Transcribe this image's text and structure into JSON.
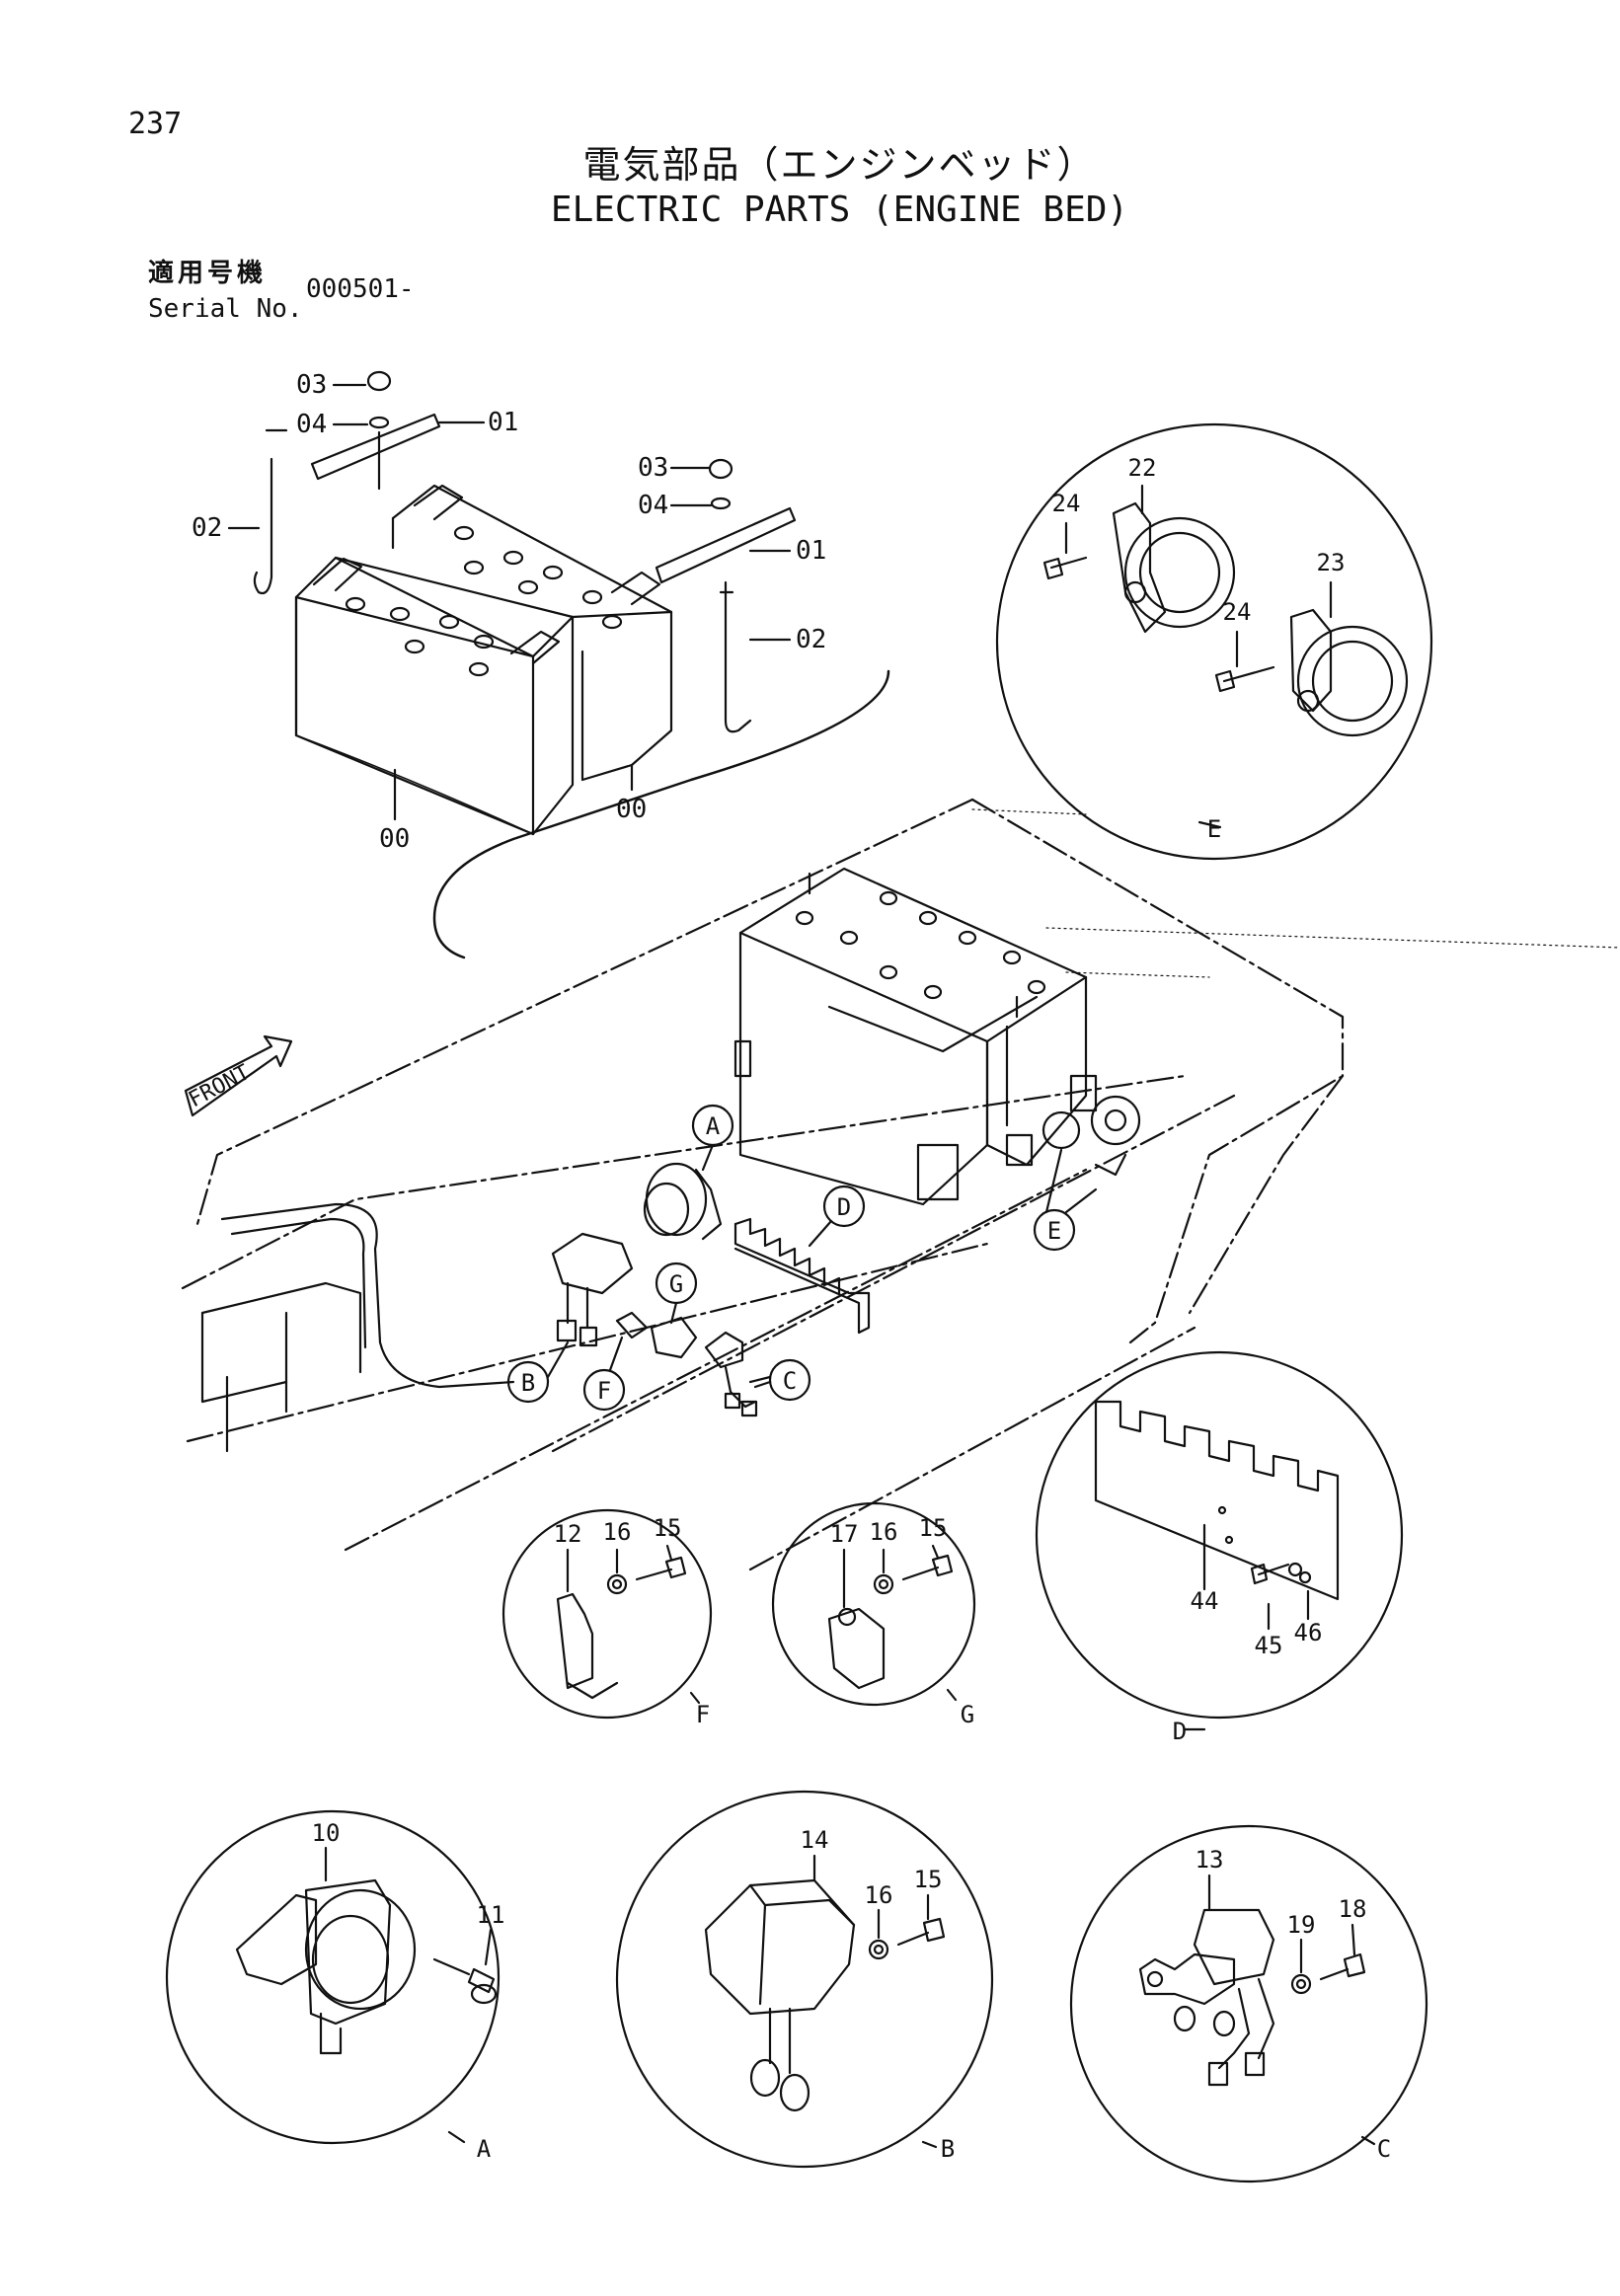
{
  "page": {
    "number": "237",
    "title_jp": "電気部品（エンジンベッド）",
    "title_en": "ELECTRIC PARTS (ENGINE BED)",
    "serial_label_jp": "適用号機",
    "serial_label_en": "Serial No.",
    "serial_value": "000501-"
  },
  "battery_callouts": {
    "left_03": "03",
    "left_04": "04",
    "left_01": "01",
    "left_02": "02",
    "right_03": "03",
    "right_04": "04",
    "right_01": "01",
    "right_02": "02",
    "battery_a": "00",
    "battery_b": "00"
  },
  "assembly": {
    "front_label": "FRONT",
    "markers": [
      "A",
      "B",
      "C",
      "D",
      "E",
      "F",
      "G"
    ]
  },
  "detail_views": {
    "E": {
      "label": "E",
      "parts": [
        "22",
        "23",
        "24",
        "24"
      ]
    },
    "F": {
      "label": "F",
      "parts": [
        "12",
        "16",
        "15"
      ]
    },
    "G": {
      "label": "G",
      "parts": [
        "17",
        "16",
        "15"
      ]
    },
    "D": {
      "label": "D",
      "parts": [
        "44",
        "45",
        "46"
      ]
    },
    "A": {
      "label": "A",
      "parts": [
        "10",
        "11"
      ]
    },
    "B": {
      "label": "B",
      "parts": [
        "14",
        "16",
        "15"
      ]
    },
    "C": {
      "label": "C",
      "parts": [
        "13",
        "19",
        "18"
      ]
    }
  }
}
